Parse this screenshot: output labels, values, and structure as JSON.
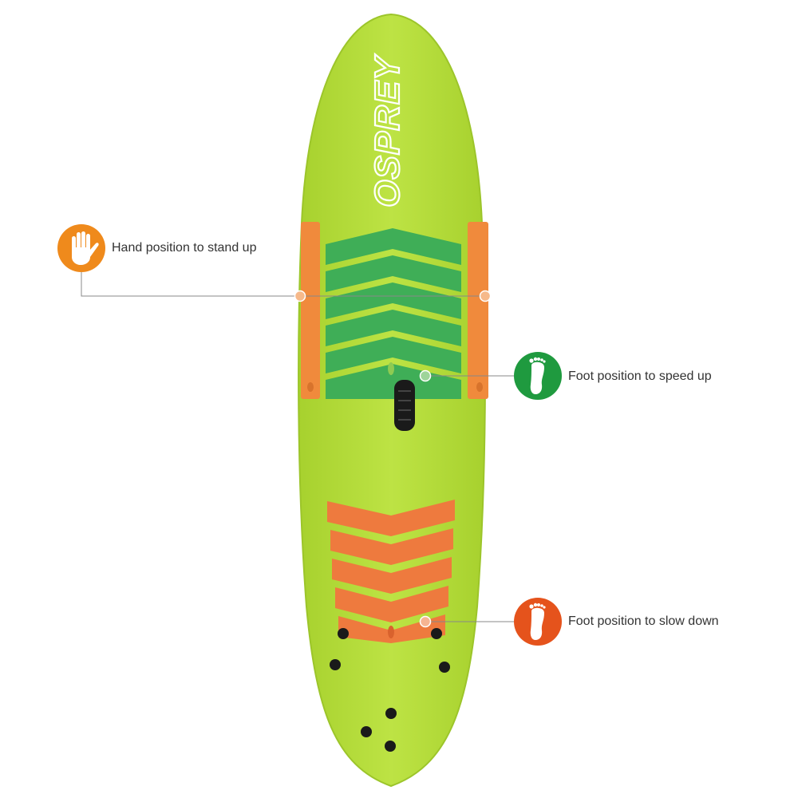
{
  "brand": "OSPREY",
  "colors": {
    "board": "#b5dd3a",
    "board_edge": "#a3cb2c",
    "deck_pad": "#3fae57",
    "rail_pad": "#f08a3c",
    "tail_pad": "#ee7a3e",
    "fin_plug": "#1a1a1a",
    "hand_badge": "#ef8a1c",
    "speed_badge": "#1f9a3f",
    "slow_badge": "#e5531c",
    "leader_line": "#888888"
  },
  "callouts": [
    {
      "id": "hand",
      "label": "Hand position to stand up",
      "icon": "hand-icon",
      "badge": "orange"
    },
    {
      "id": "speed",
      "label": "Foot position to speed up",
      "icon": "foot-icon",
      "badge": "green"
    },
    {
      "id": "slow",
      "label": "Foot position to slow down",
      "icon": "foot-icon",
      "badge": "red-orange"
    }
  ]
}
